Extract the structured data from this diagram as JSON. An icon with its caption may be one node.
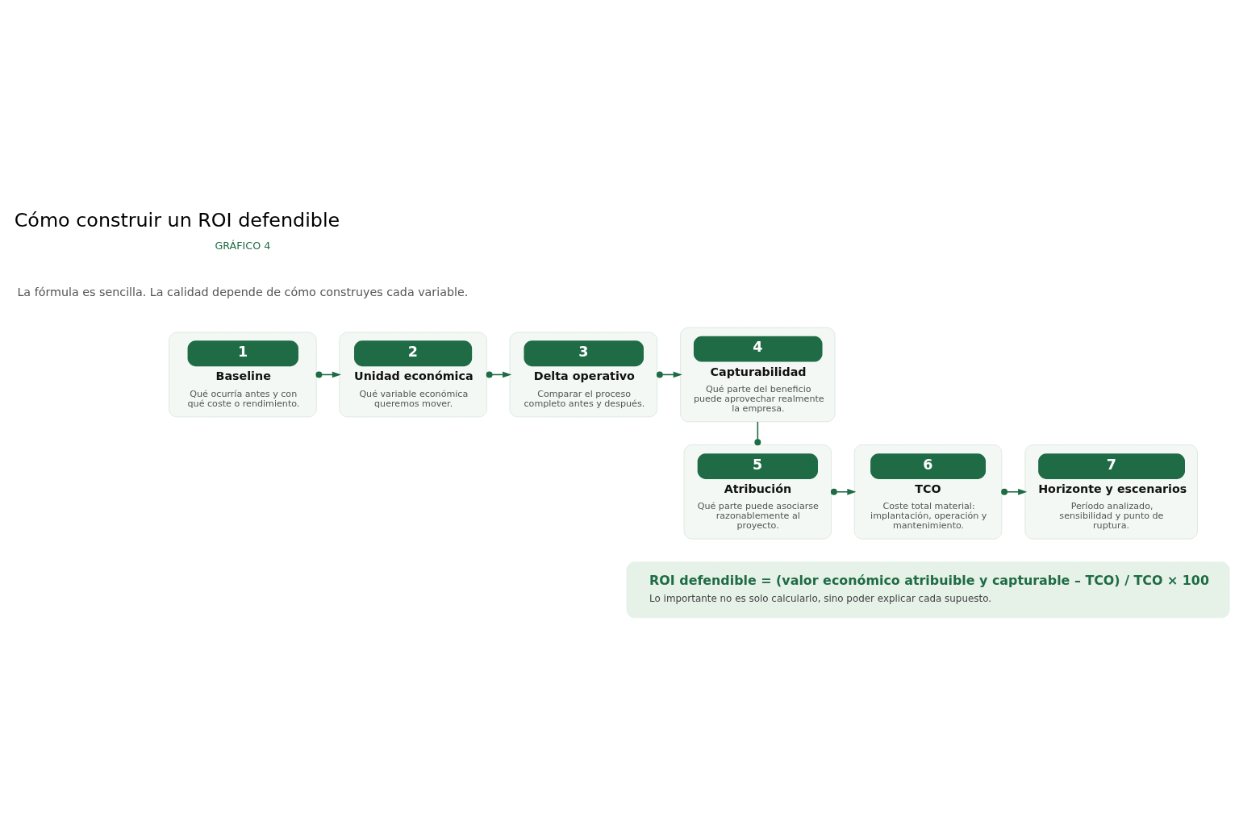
{
  "diagram": {
    "title": "Cómo construir un ROI defendible",
    "nodes": [
      {
        "text": [
          "1",
          "Baseline",
          "Qué ocurría antes y con qué coste o rendimiento."
        ]
      },
      {
        "text": [
          "2",
          "Unidad económica",
          "Qué variable económica queremos mover."
        ]
      },
      {
        "text": [
          "3",
          "Delta operativo",
          "Comparar el proceso completo antes y después."
        ]
      },
      {
        "text": [
          "4",
          "Capturabilidad",
          "Qué parte del beneficio puede aprovechar realmente la empresa."
        ]
      },
      {
        "text": [
          "5",
          "Atribución",
          "Qué parte puede asociarse razonablemente al proyecto."
        ]
      },
      {
        "text": [
          "6",
          "TCO",
          "Coste total material: implantación, operación y mantenimiento."
        ]
      },
      {
        "text": [
          "7",
          "Horizonte y escenarios",
          "Período analizado, sensibilidad y punto de ruptura."
        ]
      },
      {
        "text": [
          "ROI defendible = (valor económico atribuible y capturable – TCO) / TCO × 100",
          "Lo importante no es solo calcularlo, sino poder explicar cada supuesto."
        ]
      }
    ],
    "edges": [
      {
        "from": 0,
        "to": 1,
        "arrow": "to"
      },
      {
        "from": 1,
        "to": 2,
        "arrow": "to"
      },
      {
        "from": 2,
        "to": 3,
        "arrow": "to"
      },
      {
        "from": 3,
        "to": 4,
        "arrow": "other"
      },
      {
        "from": 4,
        "to": 5,
        "arrow": "to"
      },
      {
        "from": 5,
        "to": 6,
        "arrow": "to"
      }
    ],
    "labels": [
      "GRÁFICO 4",
      "La fórmula es sencilla. La calidad depende de cómo construyes cada variable."
    ]
  }
}
